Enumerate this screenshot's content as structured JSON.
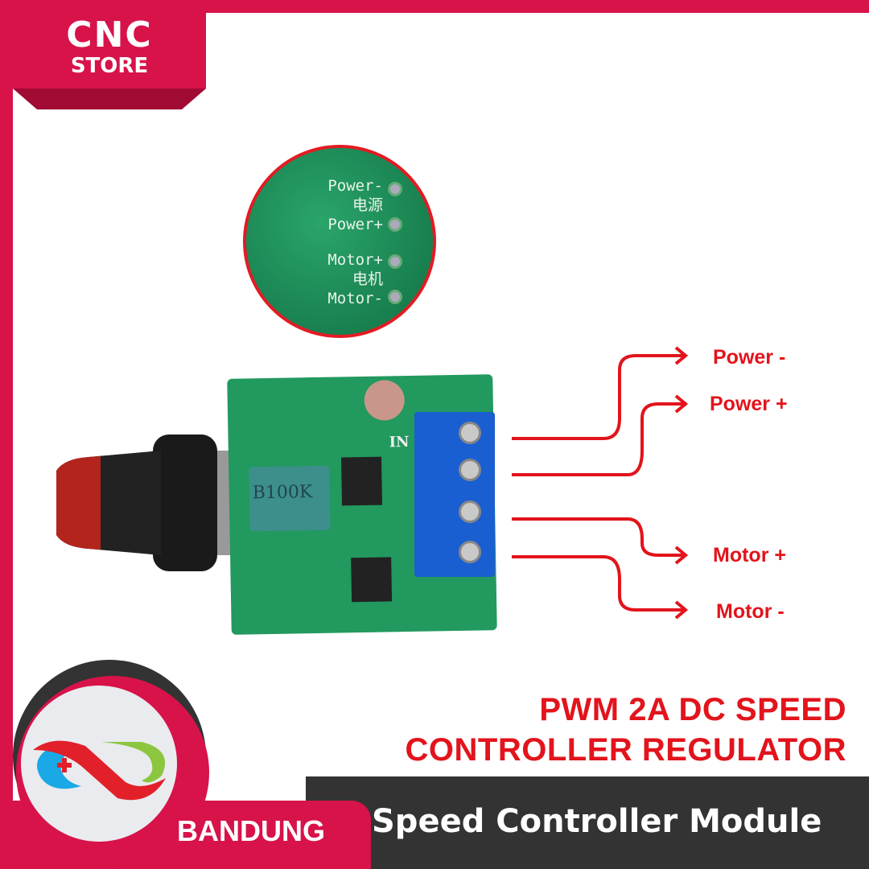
{
  "brand": {
    "line1": "CNC",
    "line2": "STORE",
    "city": "BANDUNG"
  },
  "inset": {
    "labels": [
      "Power-",
      "电源",
      "Power+",
      "Motor+",
      "电机",
      "Motor-"
    ]
  },
  "pcb": {
    "pot_marking": "B100K",
    "terminal_label": "IN"
  },
  "connections": [
    "Power -",
    "Power +",
    "Motor +",
    "Motor -"
  ],
  "title": {
    "line1": "PWM 2A DC SPEED",
    "line2": "CONTROLLER REGULATOR"
  },
  "subtitle": "Speed Controller Module",
  "colors": {
    "brand_red": "#d7134a",
    "accent_red": "#e2141c",
    "dark": "#333333"
  }
}
